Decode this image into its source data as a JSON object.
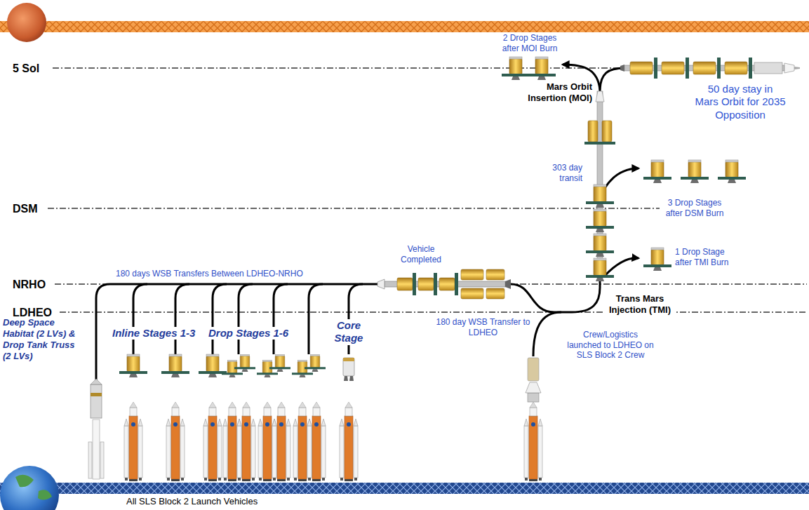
{
  "diagram": {
    "labels": [
      "5 Sol",
      "2 Drop Stages after MOI Burn",
      "Mars Orbit Insertion (MOI)",
      "50 day stay in Mars Orbit for 2035 Opposition",
      "303 day transit",
      "DSM",
      "3 Drop Stages after DSM Burn",
      "1 Drop Stage after TMI Burn",
      "Vehicle Completed",
      "180 days WSB Transfers Between LDHEO-NRHO",
      "NRHO",
      "LDHEO",
      "Trans Mars Injection (TMI)",
      "180 day WSB Transfer to LDHEO",
      "Crew/Logistics launched to LDHEO on SLS Block 2 Crew",
      "Deep Space Habitat (2 LVs) & Drop Tank Truss (2 LVs)",
      "Inline Stages 1-3",
      "Drop Stages 1-6",
      "Core Stage",
      "All SLS Block 2 Launch Vehicles"
    ]
  }
}
